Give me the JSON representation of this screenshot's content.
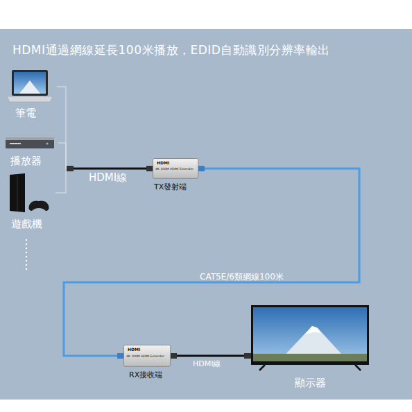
{
  "diagram": {
    "title": "HDMI通過網線延長100米播放，EDID自動識別分辨率輸出",
    "nodes": [
      {
        "text": [
          "筆電"
        ]
      },
      {
        "text": [
          "播放器"
        ]
      },
      {
        "text": [
          "遊戲機"
        ]
      },
      {
        "text": [
          "HDMI",
          "4K 100M HDMI Extender",
          "TX發射端"
        ]
      },
      {
        "text": [
          "HDMI",
          "4K 100M HDMI Extender",
          "RX接收端"
        ]
      },
      {
        "text": [
          "顯示器"
        ]
      }
    ],
    "edges": [
      {
        "from": 0,
        "to": 3,
        "arrow": "none"
      },
      {
        "from": 1,
        "to": 3,
        "label": "HDMI線",
        "arrow": "none"
      },
      {
        "from": 2,
        "to": 3,
        "arrow": "none"
      },
      {
        "from": 3,
        "to": 4,
        "label": "CAT5E/6類網線100米",
        "arrow": "none"
      },
      {
        "from": 4,
        "to": 5,
        "label": "HDMI線",
        "arrow": "none"
      }
    ]
  }
}
